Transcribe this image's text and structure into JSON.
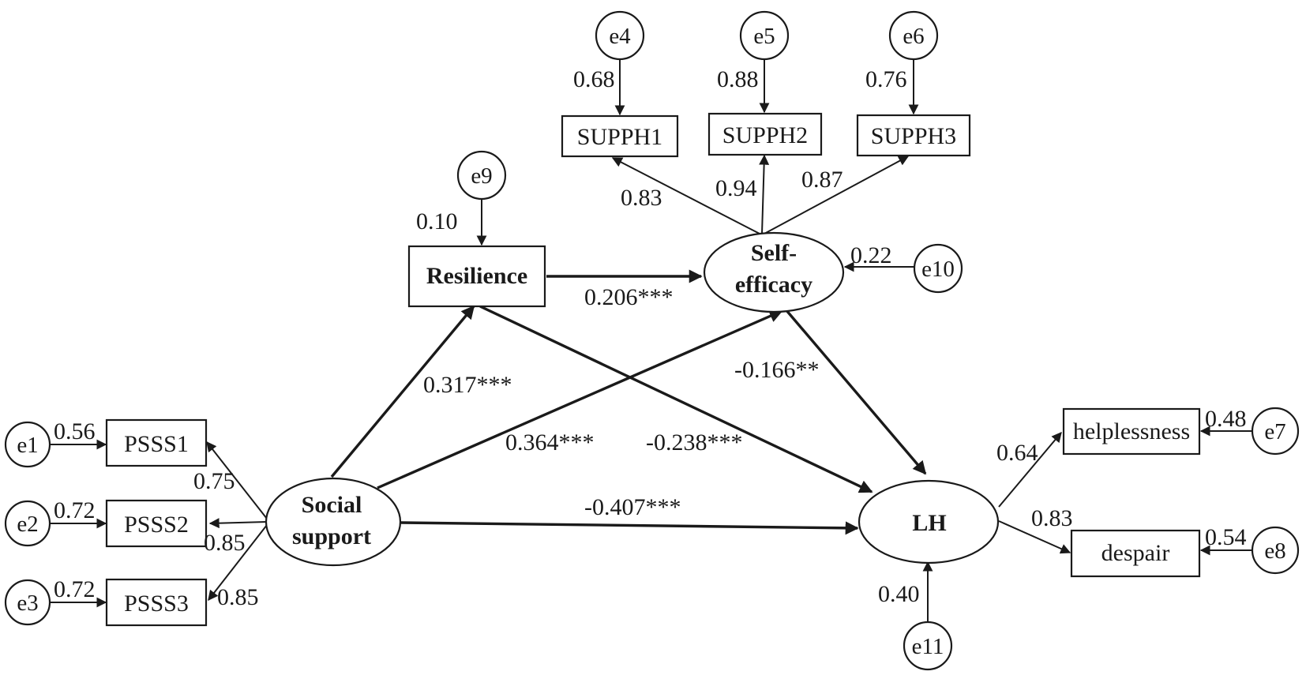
{
  "nodes": {
    "e1": "e1",
    "e2": "e2",
    "e3": "e3",
    "e4": "e4",
    "e5": "e5",
    "e6": "e6",
    "e7": "e7",
    "e8": "e8",
    "e9": "e9",
    "e10": "e10",
    "e11": "e11",
    "psss1": "PSSS1",
    "psss2": "PSSS2",
    "psss3": "PSSS3",
    "supph1": "SUPPH1",
    "supph2": "SUPPH2",
    "supph3": "SUPPH3",
    "helplessness": "helplessness",
    "despair": "despair",
    "resilience": "Resilience",
    "selfefficacy_line1": "Self-",
    "selfefficacy_line2": "efficacy",
    "social_line1": "Social",
    "social_line2": "support",
    "lh": "LH"
  },
  "weights": {
    "e1_psss1": "0.56",
    "e2_psss2": "0.72",
    "e3_psss3": "0.72",
    "ss_psss1": "0.75",
    "ss_psss2": "0.85",
    "ss_psss3": "0.85",
    "e4_supph1": "0.68",
    "e5_supph2": "0.88",
    "e6_supph3": "0.76",
    "se_supph1": "0.83",
    "se_supph2": "0.94",
    "se_supph3": "0.87",
    "e9_res": "0.10",
    "e10_se": "0.22",
    "e11_lh": "0.40",
    "lh_help": "0.64",
    "lh_despair": "0.83",
    "e7_help": "0.48",
    "e8_despair": "0.54"
  },
  "paths": {
    "res_se": "0.206***",
    "ss_res": "0.317***",
    "ss_se": "0.364***",
    "res_lh": "-0.238***",
    "se_lh": "-0.166**",
    "ss_lh": "-0.407***"
  }
}
